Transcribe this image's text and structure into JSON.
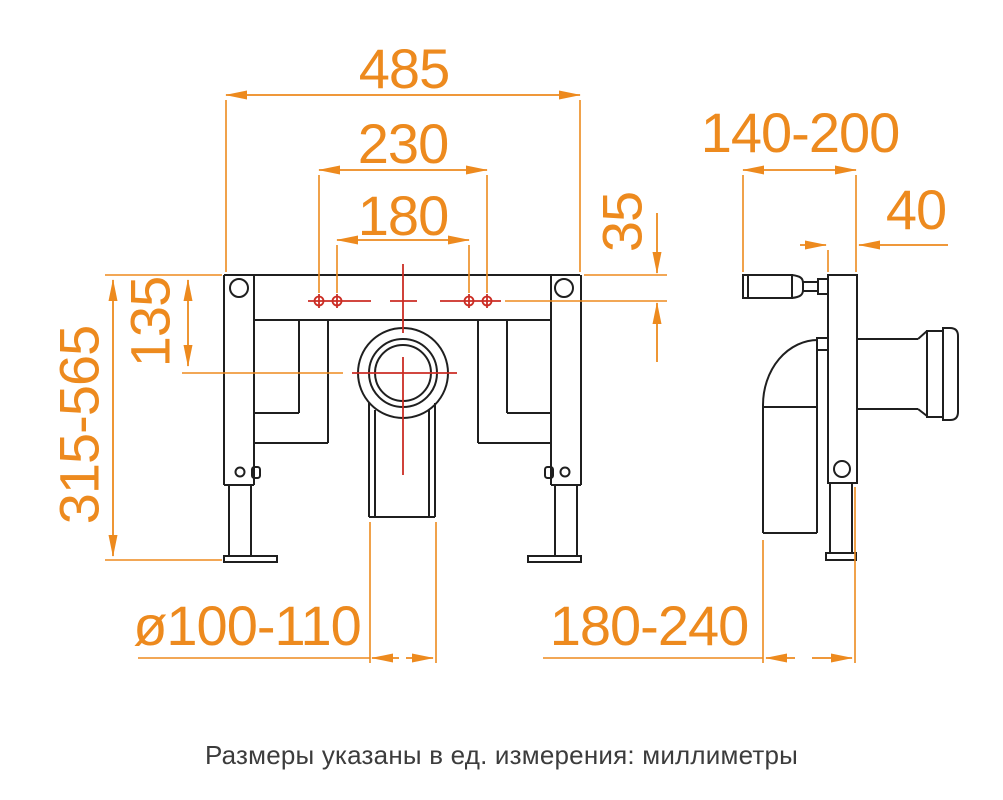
{
  "colors": {
    "background": "#ffffff",
    "drawing_line": "#1f1f1f",
    "dimension_accent": "#ed8a1e",
    "centerline_red": "#cb2d24",
    "caption_text": "#3c3c3c"
  },
  "diagram": {
    "units_caption": "Размеры указаны в ед. измерения: миллиметры",
    "front_view": {
      "description": "front view of concealed WC installation frame",
      "dimensions": {
        "overall_width": "485",
        "fixing_spacing_outer": "230",
        "fixing_spacing_inner": "180",
        "fixing_offset_from_top": "35",
        "drain_center_from_top": "135",
        "height_range": "315-565",
        "drain_pipe_diameter": "ø100-110"
      }
    },
    "side_view": {
      "description": "side view of concealed WC installation frame",
      "dimensions": {
        "installation_depth_range": "140-200",
        "frame_depth": "40",
        "outlet_offset_range": "180-240"
      }
    }
  }
}
